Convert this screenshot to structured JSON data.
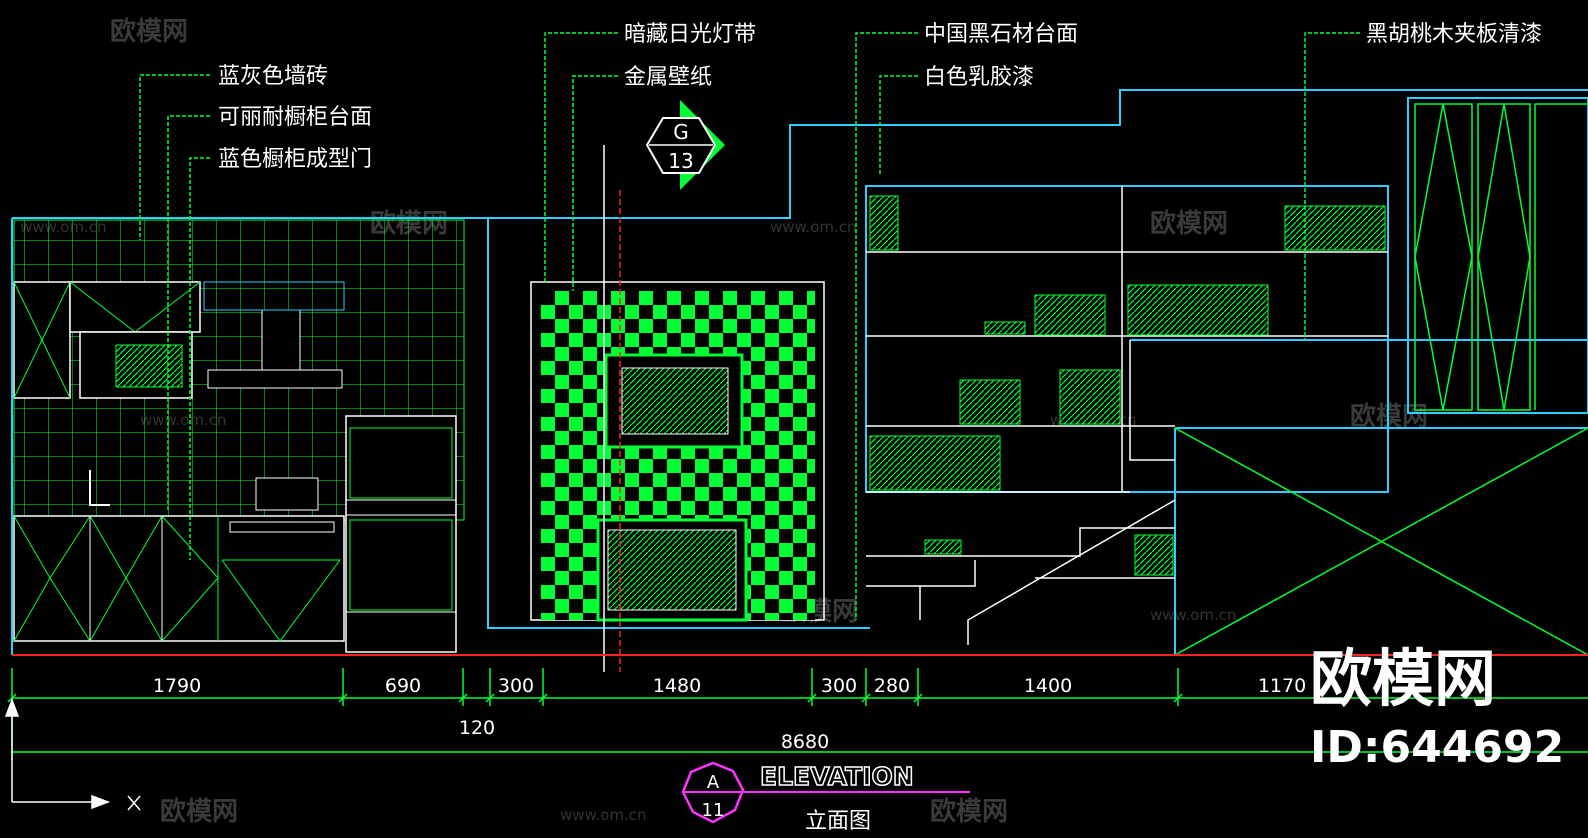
{
  "labels": {
    "wall_tile": "蓝灰色墙砖",
    "corian_countertop": "可丽耐橱柜台面",
    "cabinet_door": "蓝色橱柜成型门",
    "hidden_light": "暗藏日光灯带",
    "metal_wallpaper": "金属壁纸",
    "black_granite": "中国黑石材台面",
    "white_latex": "白色乳胶漆",
    "walnut_veneer": "黑胡桃木夹板清漆"
  },
  "section_marker": {
    "letter": "G",
    "number": "13"
  },
  "dimensions": {
    "d1": "1790",
    "d2": "690",
    "d3": "300",
    "d4": "1480",
    "d5": "300",
    "d6": "280",
    "d7": "1400",
    "d8": "1170",
    "small": "120",
    "total": "8680"
  },
  "title_block": {
    "marker_letter": "A",
    "marker_number": "11",
    "title": "ELEVATION",
    "subtitle": "立面图"
  },
  "watermark": {
    "logo": "欧模网",
    "url": "www.om.cn",
    "id": "ID:644692"
  },
  "colors": {
    "green": "#00ff33",
    "cyan": "#33ccff",
    "white": "#ffffff",
    "red": "#ff2222",
    "magenta": "#ff33ff",
    "background": "#000000"
  }
}
